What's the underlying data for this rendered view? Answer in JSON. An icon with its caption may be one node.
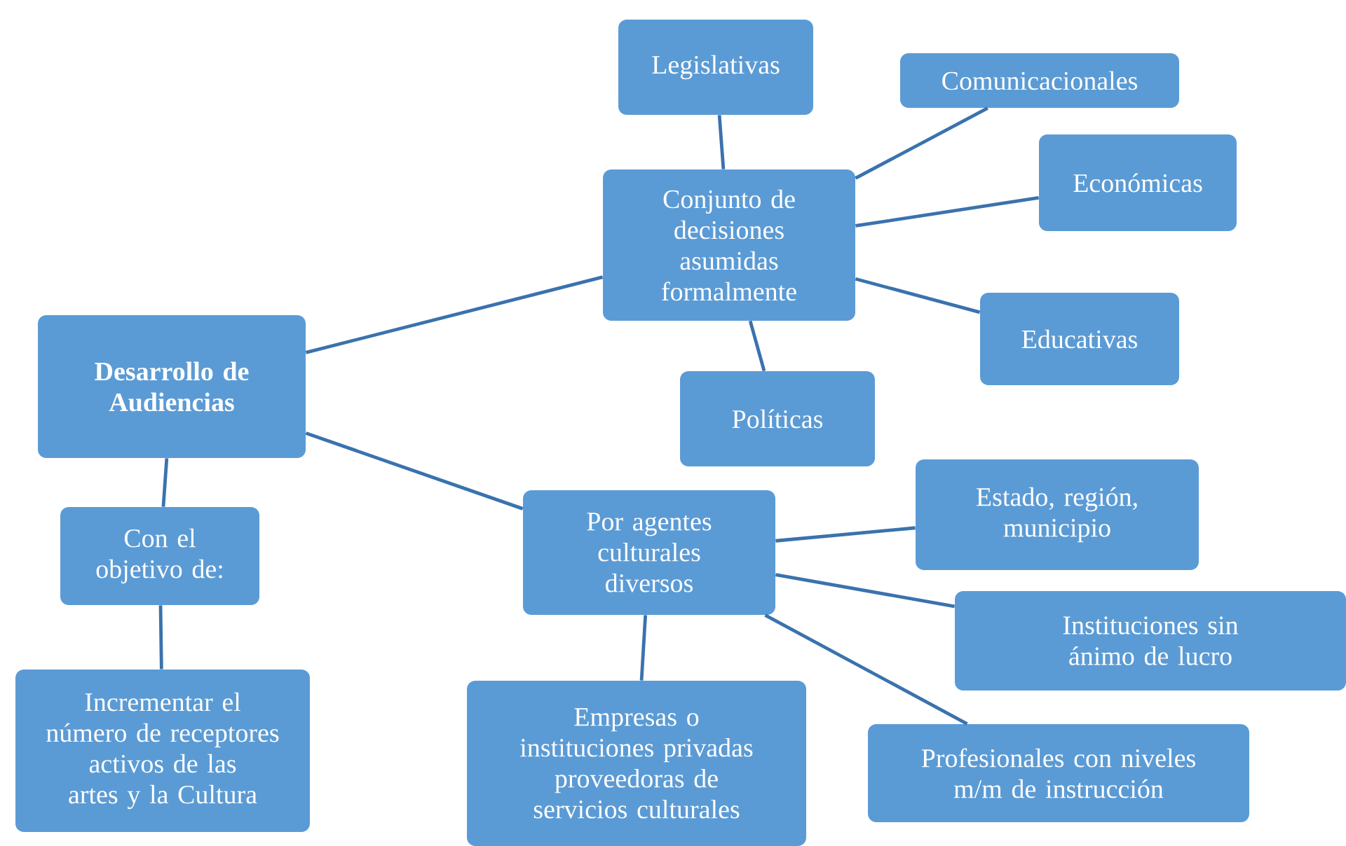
{
  "diagram": {
    "nodes": [
      {
        "text": [
          "Desarrollo de Audiencias"
        ]
      },
      {
        "text": [
          "Conjunto de decisiones asumidas formalmente"
        ]
      },
      {
        "text": [
          "Legislativas"
        ]
      },
      {
        "text": [
          "Comunicacionales"
        ]
      },
      {
        "text": [
          "Económicas"
        ]
      },
      {
        "text": [
          "Educativas"
        ]
      },
      {
        "text": [
          "Políticas"
        ]
      },
      {
        "text": [
          "Con el objetivo de:"
        ]
      },
      {
        "text": [
          "Incrementar el número de receptores activos de las artes y la Cultura"
        ]
      },
      {
        "text": [
          "Por agentes culturales diversos"
        ]
      },
      {
        "text": [
          "Estado, región, municipio"
        ]
      },
      {
        "text": [
          "Instituciones sin ánimo de lucro"
        ]
      },
      {
        "text": [
          "Empresas o instituciones privadas proveedoras de servicios culturales"
        ]
      },
      {
        "text": [
          "Profesionales con niveles m/m de instrucción"
        ]
      }
    ],
    "edges": [
      {
        "from": 0,
        "to": 1,
        "arrow": "none"
      },
      {
        "from": 0,
        "to": 9,
        "arrow": "none"
      },
      {
        "from": 0,
        "to": 7,
        "arrow": "none"
      },
      {
        "from": 7,
        "to": 8,
        "arrow": "none"
      },
      {
        "from": 1,
        "to": 2,
        "arrow": "none"
      },
      {
        "from": 1,
        "to": 3,
        "arrow": "none"
      },
      {
        "from": 1,
        "to": 4,
        "arrow": "none"
      },
      {
        "from": 1,
        "to": 5,
        "arrow": "none"
      },
      {
        "from": 1,
        "to": 6,
        "arrow": "none"
      },
      {
        "from": 9,
        "to": 10,
        "arrow": "none"
      },
      {
        "from": 9,
        "to": 11,
        "arrow": "none"
      },
      {
        "from": 9,
        "to": 12,
        "arrow": "none"
      },
      {
        "from": 9,
        "to": 13,
        "arrow": "none"
      }
    ]
  }
}
